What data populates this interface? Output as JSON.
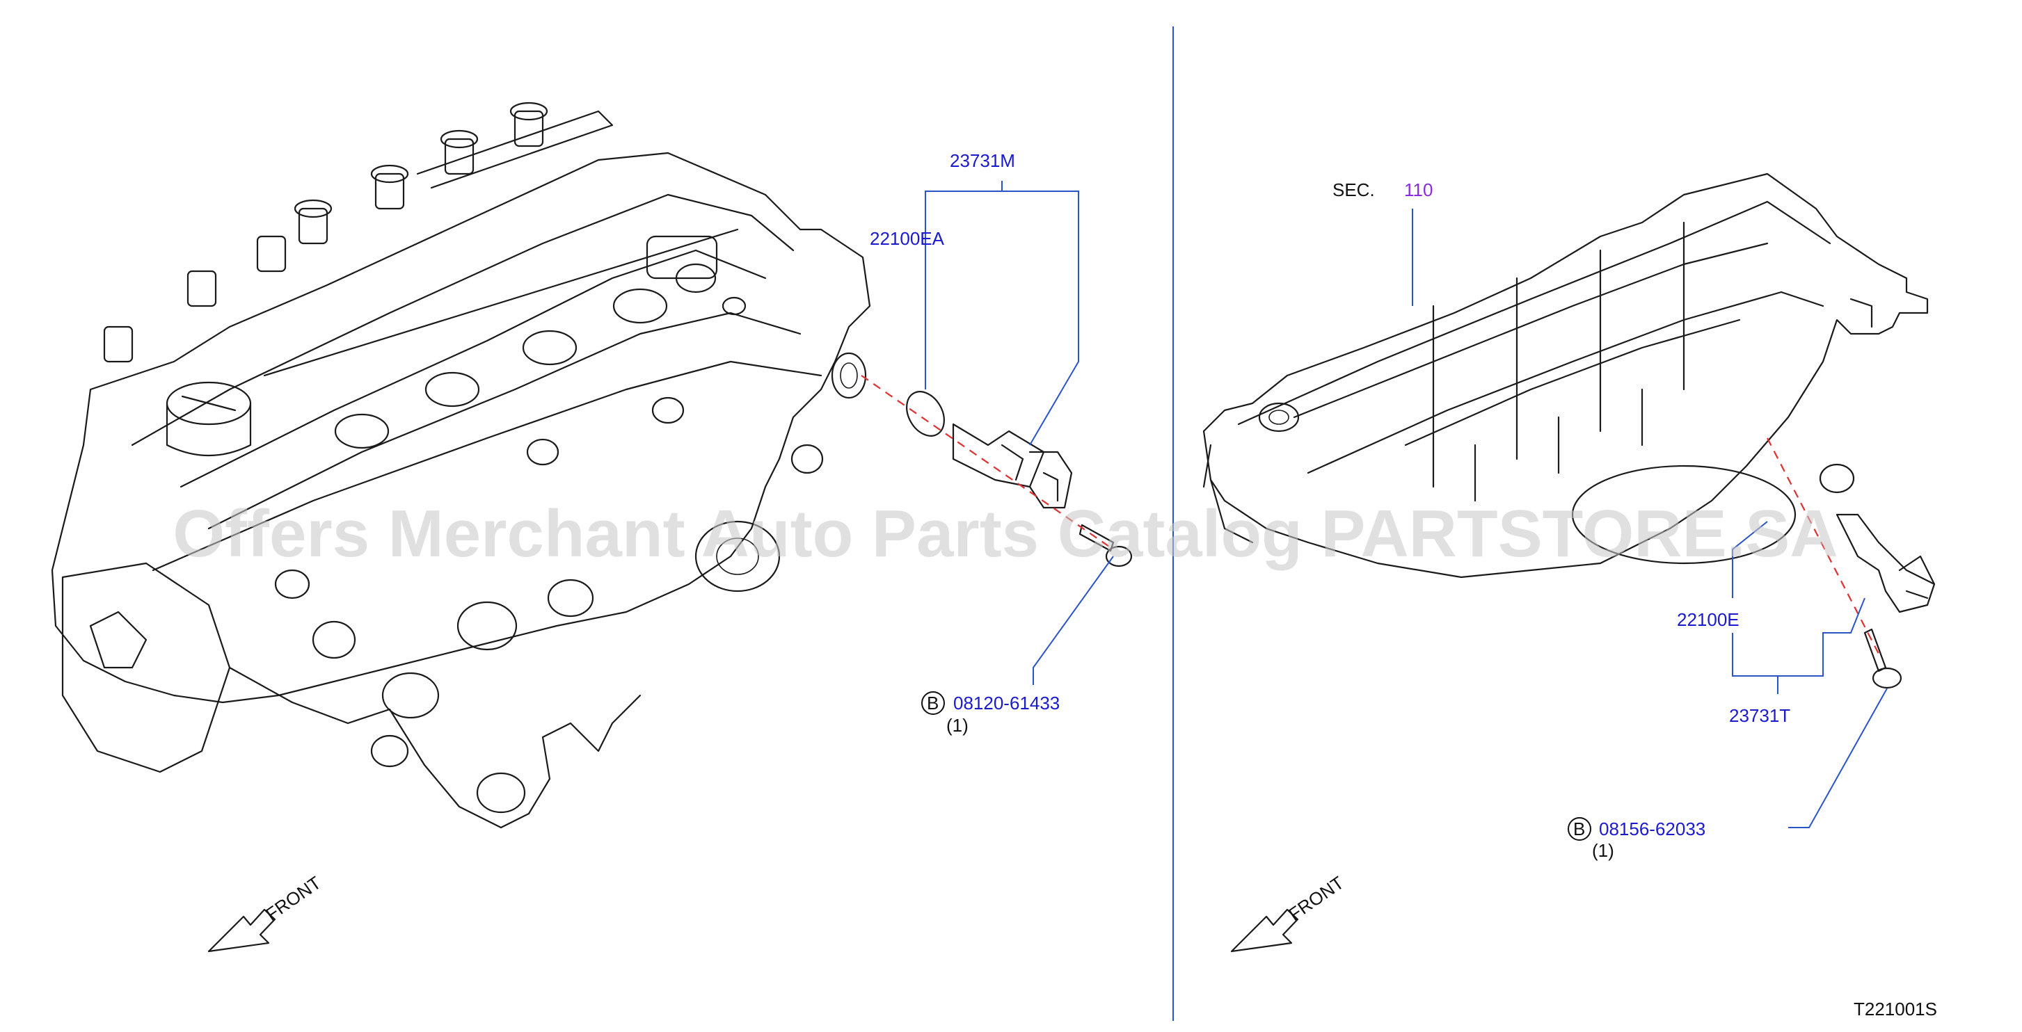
{
  "watermark": "Offers Merchant Auto Parts Catalog PARTSTORE.SA",
  "diagram_id": "T221001S",
  "left_panel": {
    "callout_group": "23731M",
    "sensor_part": "22100EA",
    "bolt_marker": "B",
    "bolt_part": "08120-61433",
    "bolt_qty": "(1)",
    "front_label": "FRONT"
  },
  "right_panel": {
    "section_prefix": "SEC.",
    "section_number": "110",
    "sensor_part": "22100E",
    "callout_group": "23731T",
    "bolt_marker": "B",
    "bolt_part": "08156-62033",
    "bolt_qty": "(1)",
    "front_label": "FRONT"
  },
  "colors": {
    "callout_text": "#1a1ad0",
    "leader_line": "#2a55c8",
    "centerline_dash": "#e03030",
    "section_link": "#8a2be2"
  }
}
